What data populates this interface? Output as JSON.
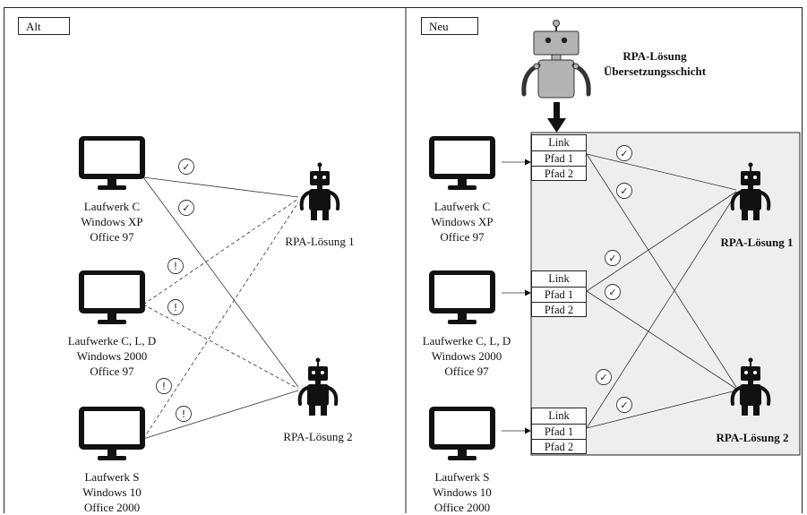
{
  "old_panel": {
    "tag": "Alt",
    "computers": [
      {
        "name": "computer-c-xp",
        "lines": [
          "Laufwerk C",
          "Windows XP",
          "Office 97"
        ]
      },
      {
        "name": "computer-cld-2000",
        "lines": [
          "Laufwerke C, L, D",
          "Windows 2000",
          "Office 97"
        ]
      },
      {
        "name": "computer-s-10",
        "lines": [
          "Laufwerk S",
          "Windows 10",
          "Office 2000"
        ]
      }
    ],
    "robots": [
      {
        "name": "rpa-1",
        "label": "RPA-Lösung 1"
      },
      {
        "name": "rpa-2",
        "label": "RPA-Lösung 2"
      }
    ],
    "ok_mark": "✓",
    "warn_mark": "!"
  },
  "new_panel": {
    "tag": "Neu",
    "translation_layer": {
      "line1": "RPA-Lösung",
      "line2": "Übersetzungsschicht"
    },
    "computers": [
      {
        "name": "computer-c-xp",
        "lines": [
          "Laufwerk C",
          "Windows XP",
          "Office 97"
        ]
      },
      {
        "name": "computer-cld-2000",
        "lines": [
          "Laufwerke C, L, D",
          "Windows 2000",
          "Office 97"
        ]
      },
      {
        "name": "computer-s-10",
        "lines": [
          "Laufwerk S",
          "Windows 10",
          "Office 2000"
        ]
      }
    ],
    "path_box": [
      "Link",
      "Pfad 1",
      "Pfad 2"
    ],
    "robots": [
      {
        "name": "rpa-1",
        "label": "RPA-Lösung 1"
      },
      {
        "name": "rpa-2",
        "label": "RPA-Lösung 2"
      }
    ]
  },
  "colors": {
    "frame": "#222222",
    "layer_bg": "#eeeeee",
    "robot_gray": "#b3b3b3",
    "icon": "#111111"
  }
}
